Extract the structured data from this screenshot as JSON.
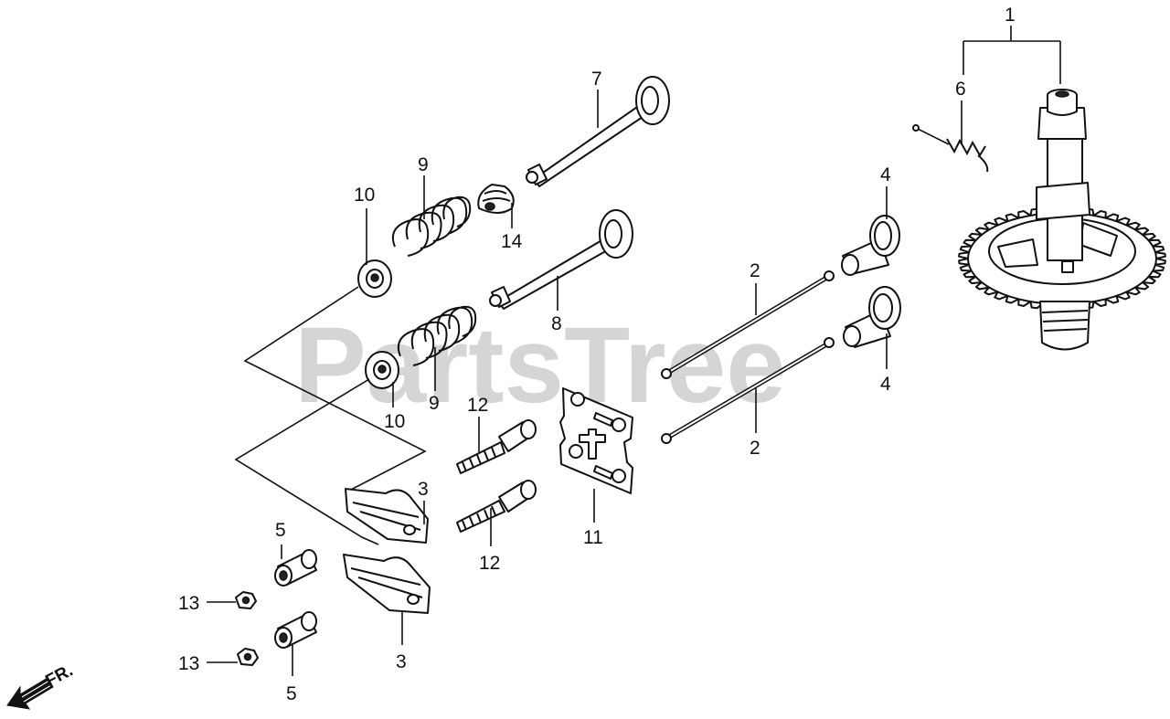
{
  "watermark": "PartsTree",
  "direction_label": "FR.",
  "callouts": {
    "c1": "1",
    "c2a": "2",
    "c2b": "2",
    "c3a": "3",
    "c3b": "3",
    "c4a": "4",
    "c4b": "4",
    "c5a": "5",
    "c5b": "5",
    "c6": "6",
    "c7": "7",
    "c8": "8",
    "c9a": "9",
    "c9b": "9",
    "c10a": "10",
    "c10b": "10",
    "c11": "11",
    "c12a": "12",
    "c12b": "12",
    "c13a": "13",
    "c13b": "13",
    "c14": "14"
  }
}
